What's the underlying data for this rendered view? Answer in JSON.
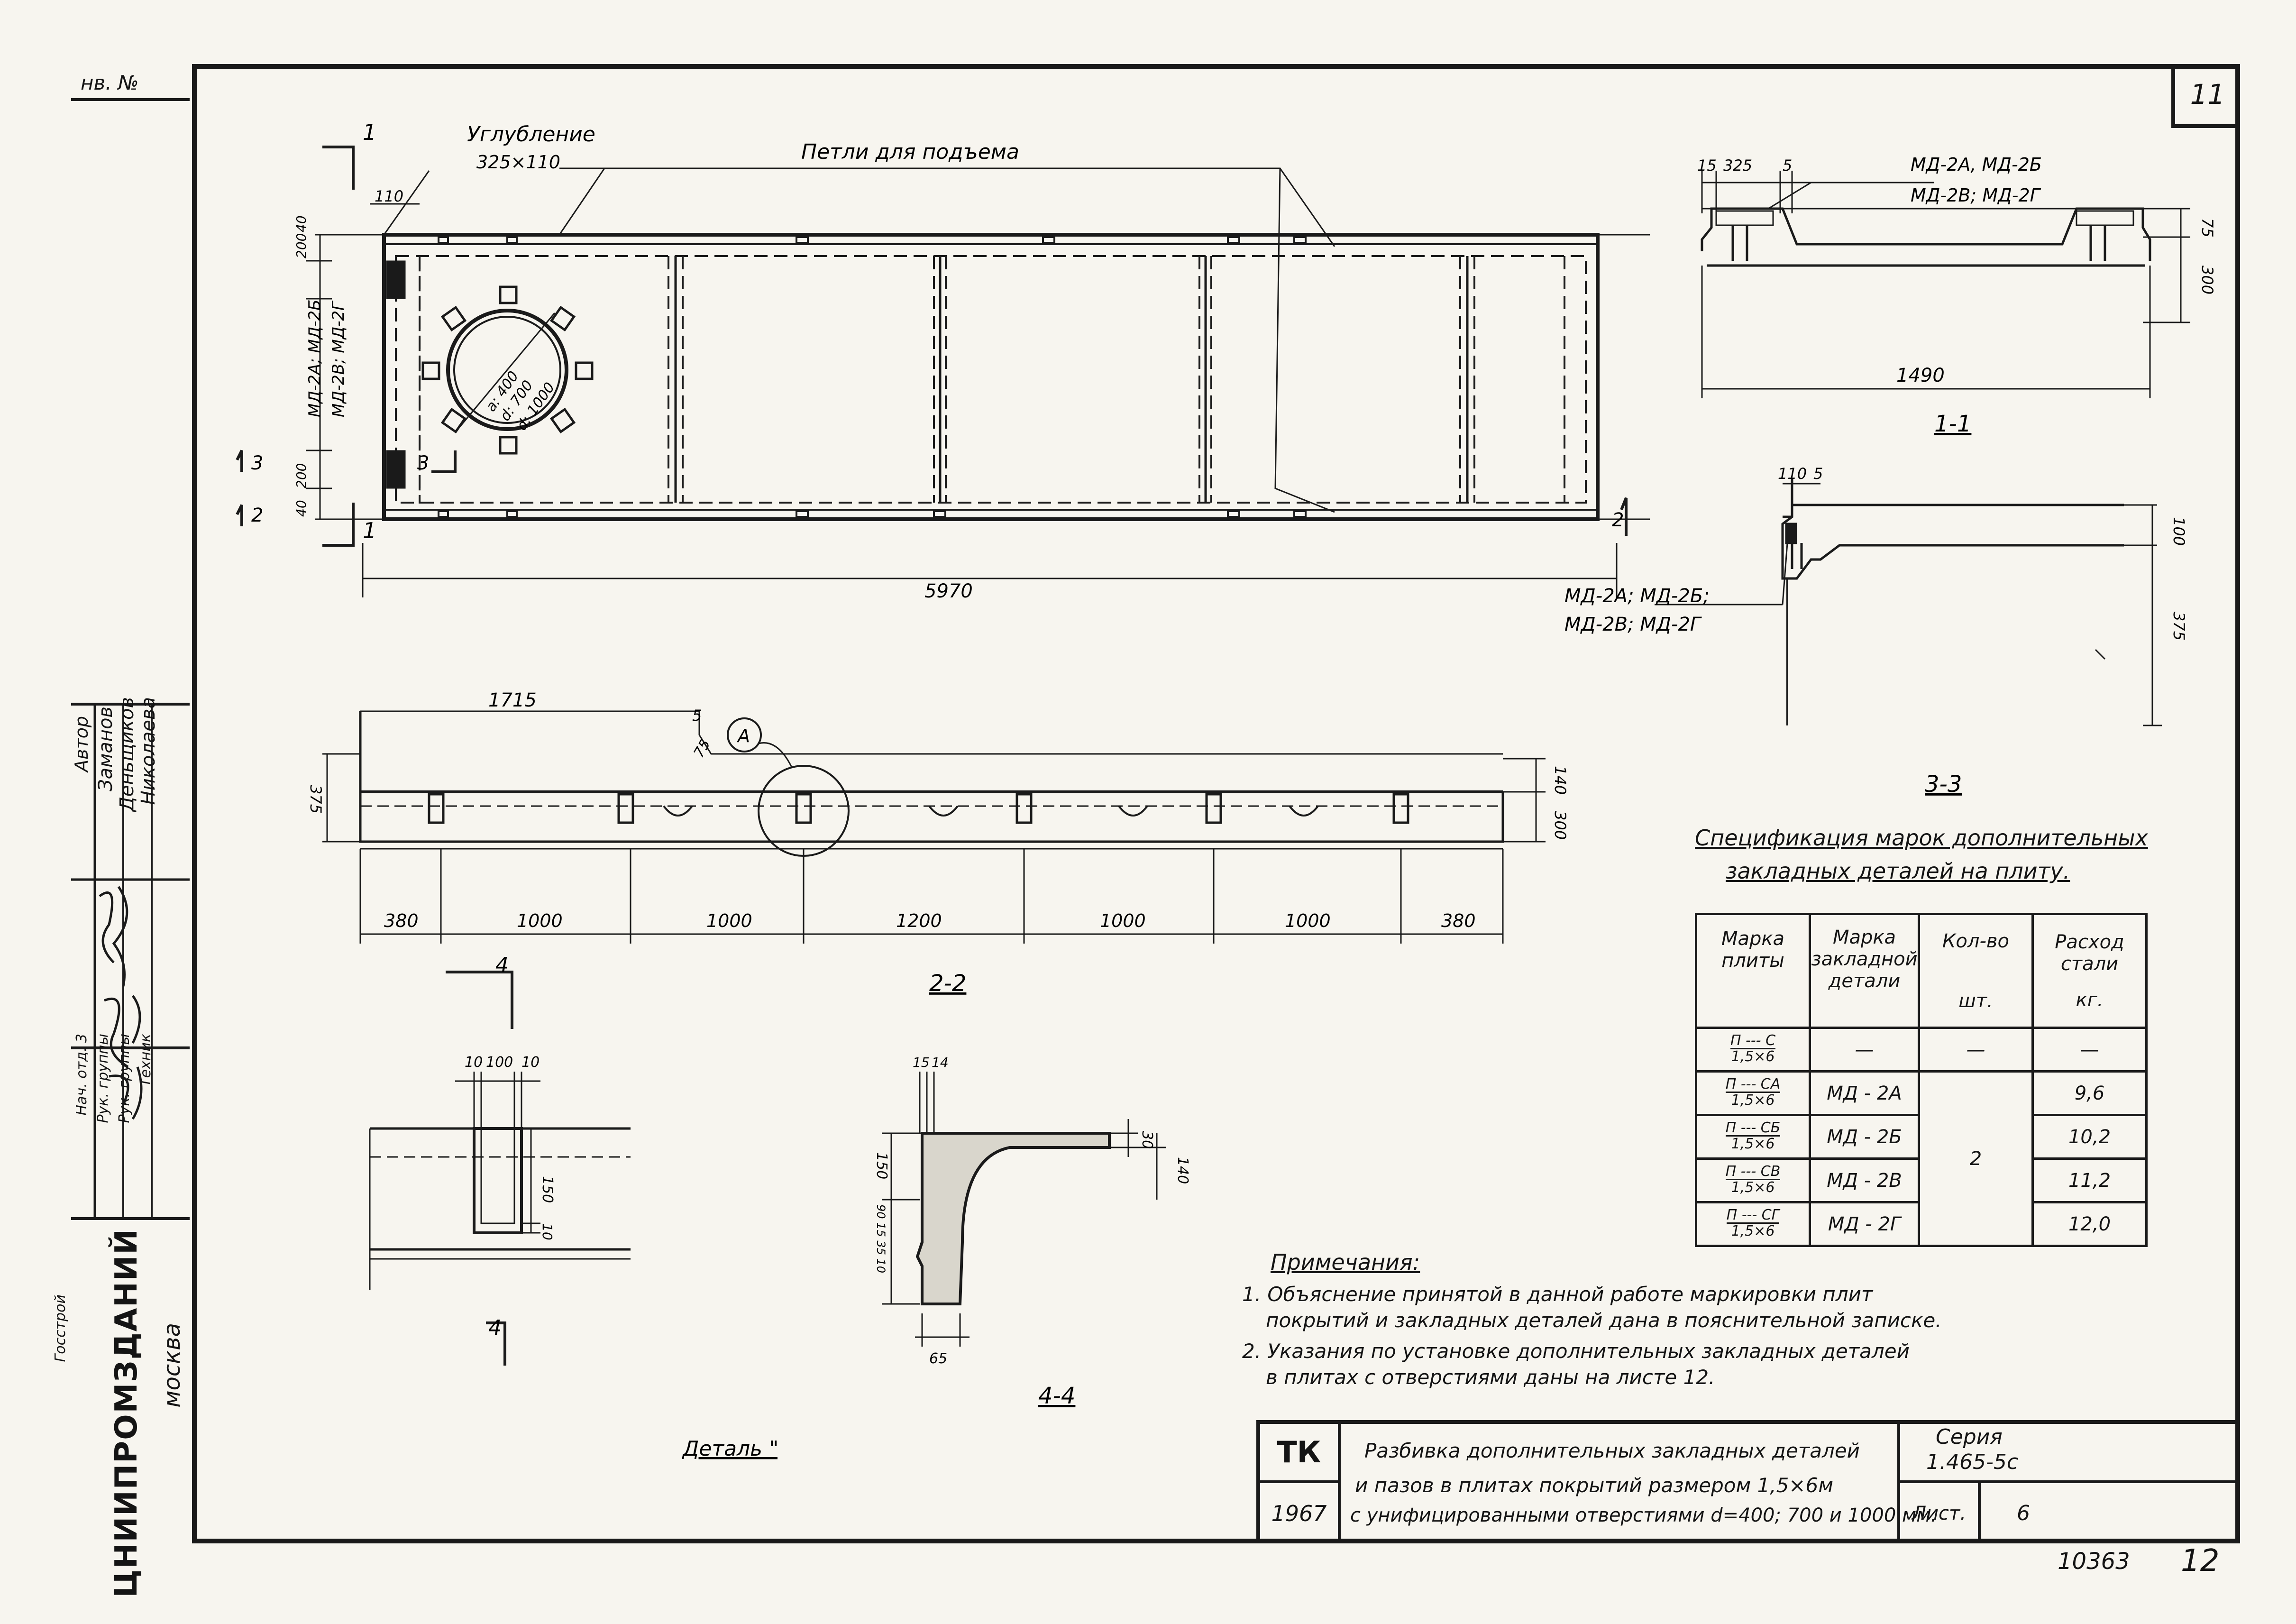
{
  "margin": {
    "inv_label": "нв. №",
    "org_name": "ЦНИИПРОМЗДАНИЙ",
    "city": "москва",
    "org_prefix": "Госстрой",
    "roles": [
      "Нач. отд. 3",
      "Рук. группы",
      "Рук. группы",
      "Техник"
    ],
    "names": [
      "Заманов",
      "Деньщиков",
      "Николаева"
    ],
    "role_header": "Автор"
  },
  "sheet_number": "11",
  "plan": {
    "recess_label": "Углубление",
    "recess_size": "325×110",
    "loops_label": "Петли для подъема",
    "embed_marks_a": "МД-2А; МД-2Б",
    "embed_marks_b": "МД-2В; МД-2Г",
    "hole_d1": "a: 400",
    "hole_d2": "d: 700",
    "hole_d3": "d: 1000",
    "dim_length": "5970",
    "dim_width": "1490",
    "dim_110": "110",
    "dim_200_top": "200",
    "dim_40_top": "40",
    "dim_200_bot": "200",
    "dim_40_bot": "40",
    "sec_1": "1",
    "sec_2": "2",
    "sec_3": "3"
  },
  "section_11": {
    "title": "1-1",
    "dim_15": "15",
    "dim_325": "325",
    "dim_5": "5",
    "marks_a": "МД-2А, МД-2Б",
    "marks_b": "МД-2В; МД-2Г",
    "dim_75": "75",
    "dim_300": "300",
    "dim_1490": "1490"
  },
  "section_33": {
    "title": "3-3",
    "dim_110": "110",
    "dim_5": "5",
    "dim_100": "100",
    "dim_375": "375",
    "marks_a": "МД-2А; МД-2Б;",
    "marks_b": "МД-2В; МД-2Г"
  },
  "section_22": {
    "title": "2-2",
    "dim_1715": "1715",
    "dim_5": "5",
    "dim_75": "75",
    "dim_375": "375",
    "dim_140": "140",
    "dim_300": "300",
    "callout": "А",
    "spans": [
      "380",
      "1000",
      "1000",
      "1200",
      "1000",
      "1000",
      "380"
    ],
    "sec_4": "4"
  },
  "detail_a": {
    "title": "Деталь \"А\"",
    "dim_10a": "10",
    "dim_100": "100",
    "dim_10b": "10",
    "dim_150": "150",
    "dim_10c": "10",
    "sec_4": "4"
  },
  "section_44": {
    "title": "4-4",
    "dim_15": "15",
    "dim_14": "14",
    "dim_30": "30",
    "dim_150": "150",
    "dim_140": "140",
    "dim_small": "90 15 35 10",
    "dim_65": "65"
  },
  "spec": {
    "title_line1": "Спецификация марок дополнительных",
    "title_line2": "закладных деталей на плиту.",
    "headers": [
      "Марка плиты",
      "Марка закладной детали",
      "Кол-во",
      "Расход стали"
    ],
    "units": [
      "шт.",
      "кг."
    ],
    "rows": [
      {
        "plate_top": "П --- С",
        "plate_bot": "1,5×6",
        "part": "—",
        "qty": "—",
        "steel": "—"
      },
      {
        "plate_top": "П --- СА",
        "plate_bot": "1,5×6",
        "part": "МД - 2А",
        "qty": "2",
        "steel": "9,6"
      },
      {
        "plate_top": "П --- СБ",
        "plate_bot": "1,5×6",
        "part": "МД - 2Б",
        "qty": "",
        "steel": "10,2"
      },
      {
        "plate_top": "П --- СВ",
        "plate_bot": "1,5×6",
        "part": "МД - 2В",
        "qty": "",
        "steel": "11,2"
      },
      {
        "plate_top": "П --- СГ",
        "plate_bot": "1,5×6",
        "part": "МД - 2Г",
        "qty": "",
        "steel": "12,0"
      }
    ]
  },
  "notes": {
    "heading": "Примечания:",
    "lines": [
      "1. Объяснение принятой в данной работе маркировки плит",
      "покрытий и закладных деталей дана в пояснительной записке.",
      "2. Указания по установке дополнительных закладных деталей",
      "в плитах с отверстиями даны на листе 12."
    ]
  },
  "title_block": {
    "code": "ТК",
    "year": "1967",
    "title_lines": [
      "Разбивка дополнительных закладных деталей",
      "и пазов в плитах покрытий размером 1,5×6м",
      "с унифицированными отверстиями d=400; 700 и 1000 мм."
    ],
    "series_label": "Серия",
    "series_value": "1.465-5с",
    "sheet_label": "Лист.",
    "sheet_value": "6"
  },
  "bottom": {
    "archive_no": "10363",
    "page_no": "12"
  }
}
